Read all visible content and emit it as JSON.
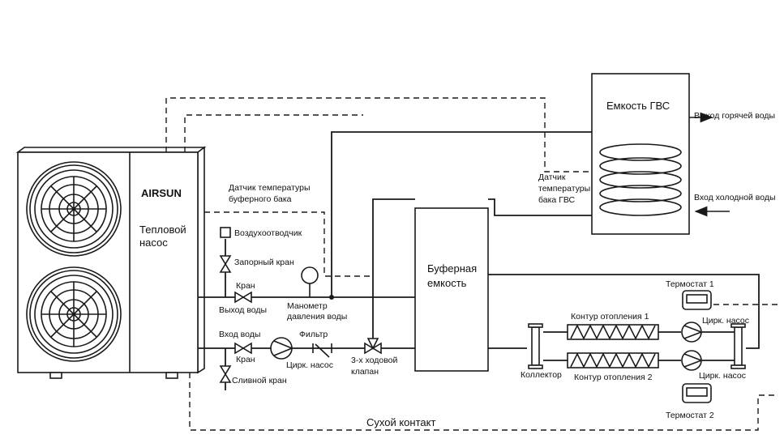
{
  "heat_pump": {
    "brand": "AIRSUN",
    "title_line1": "Тепловой",
    "title_line2": "насос"
  },
  "labels": {
    "buffer_sensor_line1": "Датчик температуры",
    "buffer_sensor_line2": "буферного бака",
    "air_vent": "Воздухоотводчик",
    "shutoff_valve": "Запорный кран",
    "valve_top": "Кран",
    "water_outlet": "Выход воды",
    "water_inlet": "Вход воды",
    "valve_bottom": "Кран",
    "drain_valve": "Сливной кран",
    "pressure_gauge_line1": "Манометр",
    "pressure_gauge_line2": "давления воды",
    "filter": "Фильтр",
    "circ_pump_main": "Цирк. насос",
    "three_way_line1": "3-х ходовой",
    "three_way_line2": "клапан",
    "buffer_tank_line1": "Буферная",
    "buffer_tank_line2": "емкость",
    "dhw_tank": "Емкость ГВС",
    "hot_water_out": "Выход горячей воды",
    "cold_water_in": "Вход холодной воды",
    "dhw_sensor_line1": "Датчик",
    "dhw_sensor_line2": "температуры",
    "dhw_sensor_line3": "бака ГВС",
    "thermostat1": "Термостат 1",
    "thermostat2": "Термостат 2",
    "heating_circuit1": "Контур отопления 1",
    "heating_circuit2": "Контур отопления 2",
    "circ_pump_1": "Цирк. насос",
    "circ_pump_2": "Цирк. насос",
    "collector": "Коллектор",
    "dry_contact": "Сухой контакт"
  },
  "icons": [
    "fan-icon",
    "pump-icon",
    "valve-icon",
    "gauge-icon",
    "filter-icon",
    "thermostat-icon",
    "arrow-icon"
  ]
}
